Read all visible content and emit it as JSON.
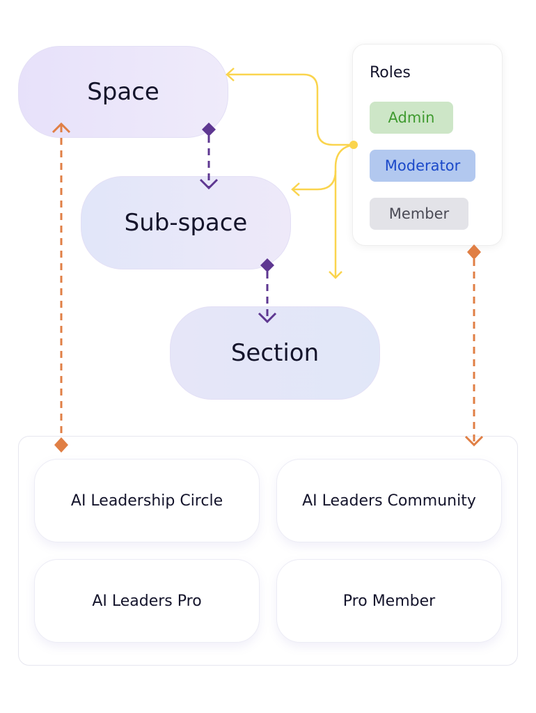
{
  "nodes": {
    "space": "Space",
    "subspace": "Sub-space",
    "section": "Section"
  },
  "roles": {
    "title": "Roles",
    "items": [
      {
        "label": "Admin",
        "bg": "#cde6c7",
        "color": "#3f9a2f"
      },
      {
        "label": "Moderator",
        "bg": "#b2c8ef",
        "color": "#1b49c9"
      },
      {
        "label": "Member",
        "bg": "#e3e3e8",
        "color": "#4a4a55"
      }
    ]
  },
  "memberships": {
    "cards": [
      "AI Leadership Circle",
      "AI Leaders Community",
      "AI Leaders Pro",
      "Pro Member"
    ]
  },
  "colors": {
    "hierarchy_connector": "#5e3791",
    "role_connector": "#fad44d",
    "membership_connector": "#e07f45"
  }
}
